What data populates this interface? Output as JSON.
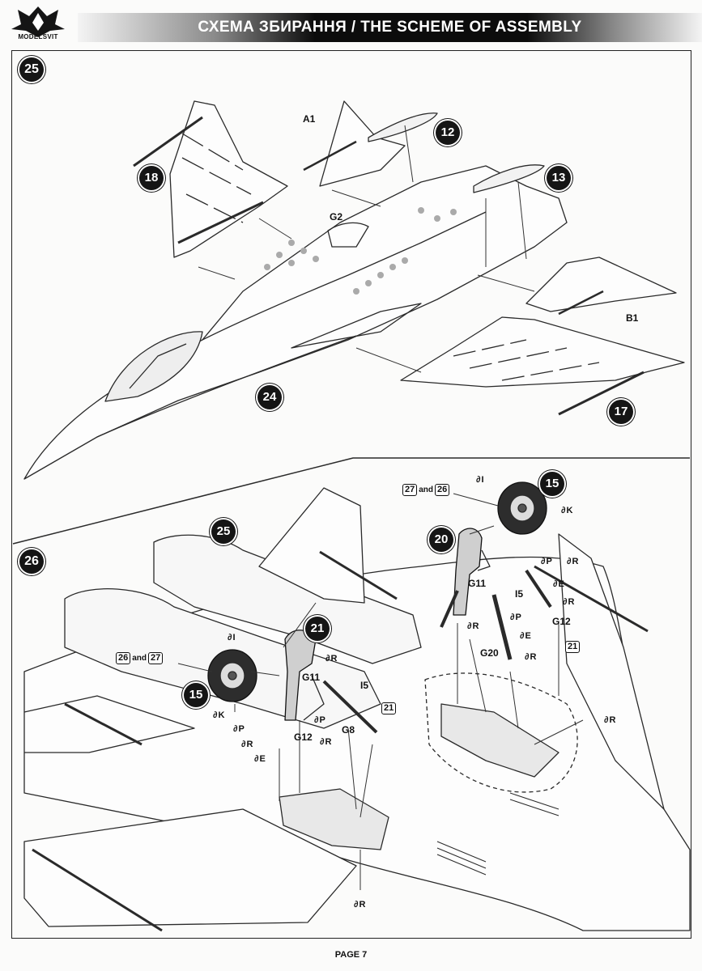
{
  "header": {
    "brand": "MODELSVIT",
    "title": "СХЕМА ЗБИРАННЯ / THE SCHEME OF ASSEMBLY"
  },
  "step25": {
    "number": "25",
    "callouts": [
      "18",
      "12",
      "13",
      "24",
      "17"
    ],
    "parts": [
      "A1",
      "G2",
      "B1"
    ]
  },
  "step26": {
    "number": "26",
    "subassembly_ref": "25",
    "callouts": [
      "21",
      "20",
      "15",
      "15"
    ],
    "ref_left": {
      "a": "26",
      "and": "and",
      "b": "27"
    },
    "ref_right": {
      "a": "27",
      "and": "and",
      "b": "26"
    },
    "boxed_refs": [
      "21",
      "21"
    ],
    "parts": [
      "G11",
      "I5",
      "G8",
      "G12",
      "G11",
      "I5",
      "G12",
      "G20"
    ],
    "paints": {
      "brush": "∂",
      "codes": [
        "I",
        "K",
        "R",
        "P",
        "P",
        "R",
        "E",
        "R",
        "I",
        "K",
        "P",
        "R",
        "E",
        "R",
        "P",
        "E",
        "R",
        "R",
        "R",
        "R"
      ]
    }
  },
  "icons": [
    "modelsvit-logo-icon",
    "paint-brush-icon"
  ],
  "colors": {
    "header_band": "#0c0c0c",
    "badge": "#151515",
    "line": "#2a2a2a",
    "paper": "#fbfbfa"
  },
  "footer": {
    "page": "PAGE 7"
  }
}
